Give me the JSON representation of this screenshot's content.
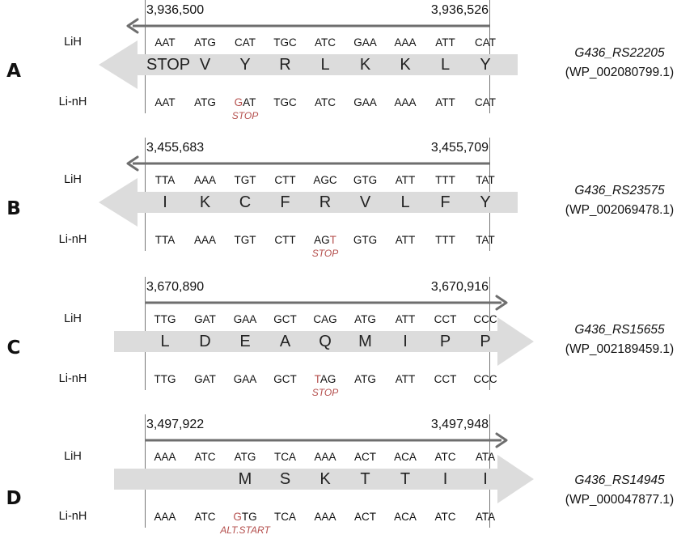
{
  "figure": {
    "row_label_top": "LiH",
    "row_label_bottom": "Li-nH",
    "colors": {
      "genomic_arrow": "#6e6e6e",
      "protein_arrow": "#dcdcdc",
      "mutation": "#b5504e",
      "text": "#111111",
      "guide_line": "#777777"
    },
    "panels": [
      {
        "letter": "A",
        "coord_start": "3,936,500",
        "coord_end": "3,936,526",
        "direction": "reverse",
        "codons_top": [
          "AAT",
          "ATG",
          "CAT",
          "TGC",
          "ATC",
          "GAA",
          "AAA",
          "ATT",
          "CAT"
        ],
        "amino_acids": [
          "STOP",
          "V",
          "Y",
          "R",
          "L",
          "K",
          "K",
          "L",
          "Y"
        ],
        "codons_bottom": [
          "AAT",
          "ATG",
          "GAT",
          "TGC",
          "ATC",
          "GAA",
          "AAA",
          "ATT",
          "CAT"
        ],
        "mutation": {
          "codon_index": 2,
          "pre": "",
          "base": "G",
          "post": "AT",
          "note": "STOP"
        },
        "gene_id": "G436_RS22205",
        "protein_id": "(WP_002080799.1)"
      },
      {
        "letter": "B",
        "coord_start": "3,455,683",
        "coord_end": "3,455,709",
        "direction": "reverse",
        "codons_top": [
          "TTA",
          "AAA",
          "TGT",
          "CTT",
          "AGC",
          "GTG",
          "ATT",
          "TTT",
          "TAT"
        ],
        "amino_acids": [
          "I",
          "K",
          "C",
          "F",
          "R",
          "V",
          "L",
          "F",
          "Y"
        ],
        "codons_bottom": [
          "TTA",
          "AAA",
          "TGT",
          "CTT",
          "AGT",
          "GTG",
          "ATT",
          "TTT",
          "TAT"
        ],
        "mutation": {
          "codon_index": 4,
          "pre": "AG",
          "base": "T",
          "post": "",
          "note": "STOP"
        },
        "gene_id": "G436_RS23575",
        "protein_id": "(WP_002069478.1)"
      },
      {
        "letter": "C",
        "coord_start": "3,670,890",
        "coord_end": "3,670,916",
        "direction": "forward",
        "codons_top": [
          "TTG",
          "GAT",
          "GAA",
          "GCT",
          "CAG",
          "ATG",
          "ATT",
          "CCT",
          "CCC"
        ],
        "amino_acids": [
          "L",
          "D",
          "E",
          "A",
          "Q",
          "M",
          "I",
          "P",
          "P"
        ],
        "codons_bottom": [
          "TTG",
          "GAT",
          "GAA",
          "GCT",
          "TAG",
          "ATG",
          "ATT",
          "CCT",
          "CCC"
        ],
        "mutation": {
          "codon_index": 4,
          "pre": "",
          "base": "T",
          "post": "AG",
          "note": "STOP"
        },
        "gene_id": "G436_RS15655",
        "protein_id": "(WP_002189459.1)"
      },
      {
        "letter": "D",
        "coord_start": "3,497,922",
        "coord_end": "3,497,948",
        "direction": "forward",
        "codons_top": [
          "AAA",
          "ATC",
          "ATG",
          "TCA",
          "AAA",
          "ACT",
          "ACA",
          "ATC",
          "ATA"
        ],
        "amino_acids": [
          "",
          "",
          "M",
          "S",
          "K",
          "T",
          "T",
          "I",
          "I"
        ],
        "codons_bottom": [
          "AAA",
          "ATC",
          "GTG",
          "TCA",
          "AAA",
          "ACT",
          "ACA",
          "ATC",
          "ATA"
        ],
        "mutation": {
          "codon_index": 2,
          "pre": "",
          "base": "G",
          "post": "TG",
          "note": "ALT.START"
        },
        "gene_id": "G436_RS14945",
        "protein_id": "(WP_000047877.1)"
      }
    ]
  }
}
